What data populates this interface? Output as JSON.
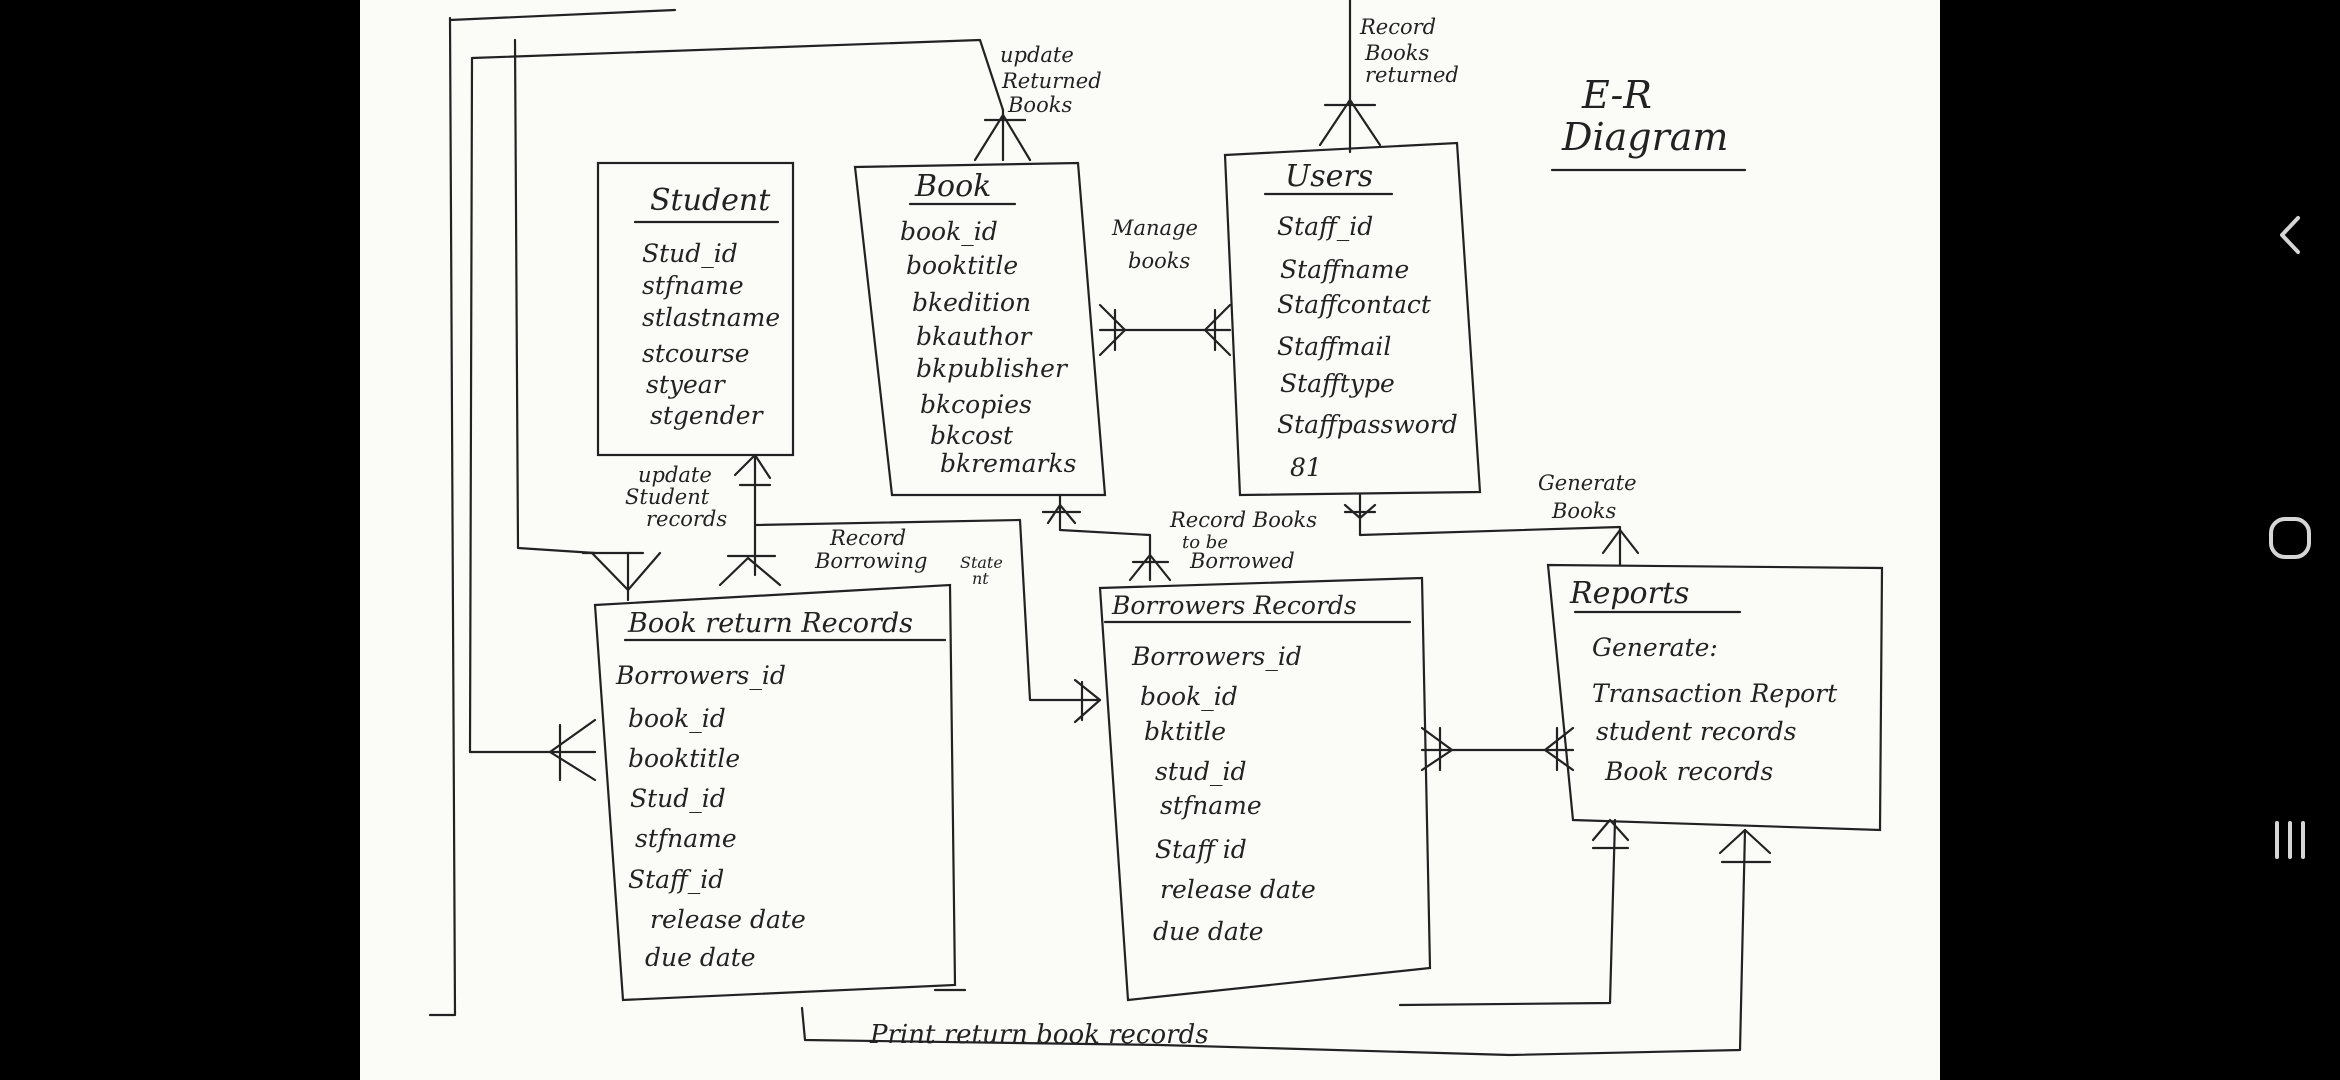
{
  "diagram": {
    "title_line1": "E-R",
    "title_line2": "Diagram",
    "entities": [
      {
        "id": "student",
        "title": "Student",
        "attributes": [
          "Stud_id",
          "stfname",
          "stlastname",
          "stcourse",
          "styear",
          "stgender"
        ]
      },
      {
        "id": "book",
        "title": "Book",
        "attributes": [
          "book_id",
          "booktitle",
          "bkedition",
          "bkauthor",
          "bkpublisher",
          "bkcopies",
          "bkcost",
          "bkremarks"
        ]
      },
      {
        "id": "users",
        "title": "Users",
        "attributes": [
          "Staff_id",
          "Staffname",
          "Staffcontact",
          "Staffmail",
          "Stafftype",
          "Staffpassword",
          "81"
        ]
      },
      {
        "id": "bookreturn",
        "title": "Book return Records",
        "attributes": [
          "Borrowers_id",
          "book_id",
          "booktitle",
          "Stud_id",
          "stfname",
          "Staff_id",
          "release date",
          "due date"
        ]
      },
      {
        "id": "borrowers",
        "title": "Borrowers Records",
        "attributes": [
          "Borrowers_id",
          "book_id",
          "bktitle",
          "stud_id",
          "stfname",
          "Staff id",
          "release date",
          "due date"
        ]
      },
      {
        "id": "reports",
        "title": "Reports",
        "attributes": [
          "Generate:",
          "Transaction Report",
          "student records",
          "Book records"
        ]
      }
    ],
    "relationships": {
      "update_returned_books": [
        "update",
        "Returned",
        "Books"
      ],
      "record_books_returned": [
        "Record",
        "Books",
        "returned"
      ],
      "manage_books": [
        "Manage",
        "books"
      ],
      "update_student_records": [
        "update",
        "Student",
        "records"
      ],
      "record_borrowing": [
        "Record",
        "Borrowing",
        "State",
        "nt"
      ],
      "record_books_borrowed": [
        "Record Books",
        "to be",
        "Borrowed"
      ],
      "generate_books": [
        "Generate",
        "Books"
      ],
      "print_return_book_records": "Print return book records"
    }
  },
  "navbar": {
    "back_icon": "chevron-left-icon",
    "home_icon": "home-circle-icon",
    "recents_icon": "recents-bars-icon",
    "icon_color": "#d6d6d6"
  }
}
